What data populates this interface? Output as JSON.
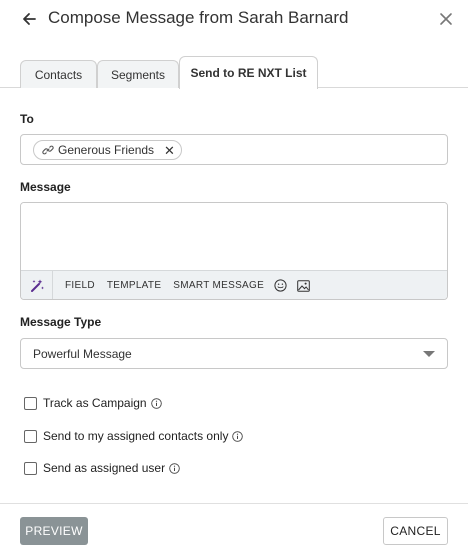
{
  "header": {
    "title": "Compose Message from Sarah Barnard",
    "back_icon": "arrow-left-icon",
    "close_icon": "close-icon"
  },
  "tabs": [
    {
      "label": "Contacts",
      "active": false
    },
    {
      "label": "Segments",
      "active": false
    },
    {
      "label": "Send to RE NXT List",
      "active": true
    }
  ],
  "to": {
    "label": "To",
    "chips": [
      {
        "label": "Generous Friends",
        "icon": "link-icon"
      }
    ]
  },
  "message": {
    "label": "Message",
    "value": "",
    "toolbar": {
      "magic_icon": "sparkle-wand-icon",
      "field": "FIELD",
      "template": "TEMPLATE",
      "smart_message": "SMART MESSAGE",
      "emoji_icon": "emoji-icon",
      "image_icon": "image-icon"
    }
  },
  "message_type": {
    "label": "Message Type",
    "selected": "Powerful Message"
  },
  "options": [
    {
      "label": "Track as Campaign",
      "checked": false
    },
    {
      "label": "Send to my assigned contacts only",
      "checked": false
    },
    {
      "label": "Send as assigned user",
      "checked": false
    }
  ],
  "footer": {
    "preview": "PREVIEW",
    "cancel": "CANCEL"
  },
  "colors": {
    "accent": "#5b2d90",
    "preview_bg": "#8a9396",
    "toolbar_bg": "#eef1f3"
  }
}
